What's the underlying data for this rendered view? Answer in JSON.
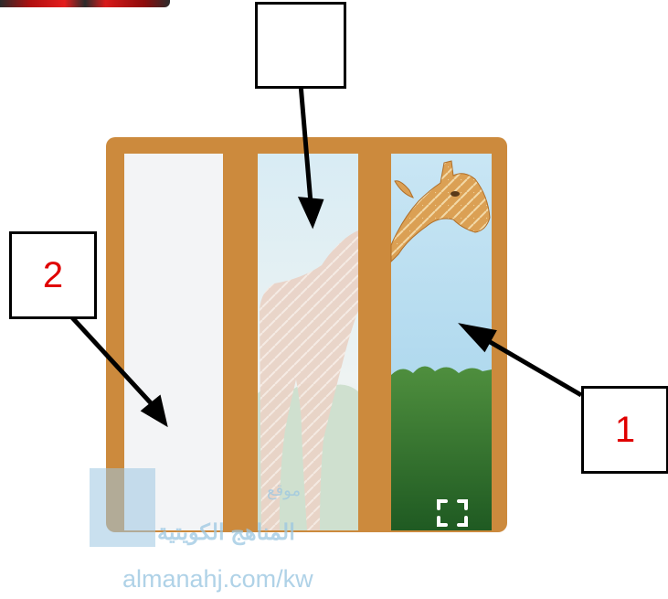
{
  "labels": {
    "top": "",
    "left": "2",
    "right": "1"
  },
  "watermark": {
    "line1": "موقع",
    "line2": "المناهج الكويتية",
    "url": "almanahj.com/kw"
  },
  "colors": {
    "frame": "#cc8a3d",
    "label_text": "#e00000",
    "sky": "#b7dcef",
    "grass": "#2f6b2c",
    "giraffe": "#d9903c",
    "watermark": "#9cc7e2"
  },
  "icons": [
    "fullscreen-icon",
    "giraffe-head-illustration",
    "giraffe-body-illustration"
  ]
}
